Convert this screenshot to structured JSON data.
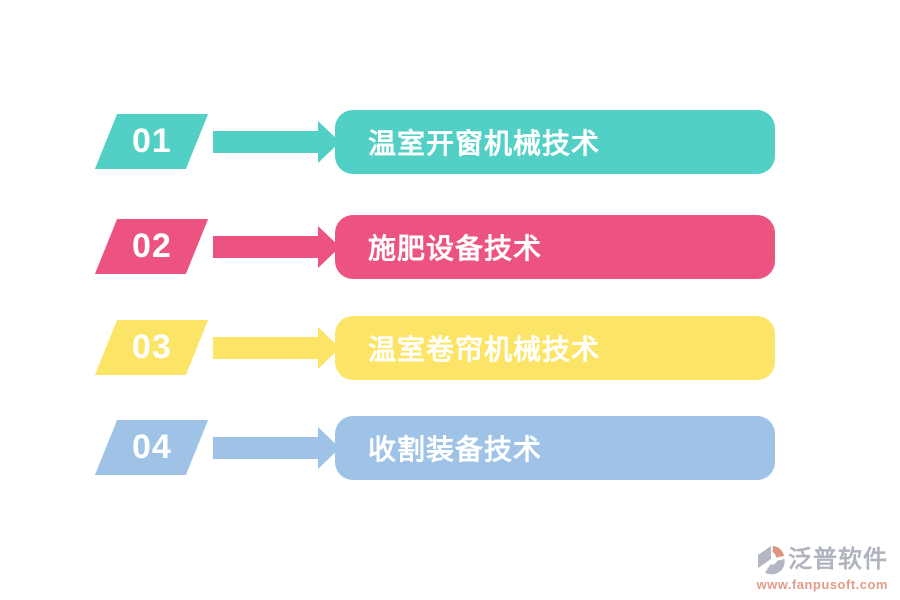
{
  "page": {
    "background": "#ffffff",
    "item_text_color": "#ffffff"
  },
  "items": [
    {
      "number": "01",
      "label": "温室开窗机械技术",
      "color": "#52D0C6"
    },
    {
      "number": "02",
      "label": "施肥设备技术",
      "color": "#ED5381"
    },
    {
      "number": "03",
      "label": "温室卷帘机械技术",
      "color": "#FCE566"
    },
    {
      "number": "04",
      "label": "收割装备技术",
      "color": "#9EC3E6"
    }
  ],
  "watermark": {
    "brand": "泛普软件",
    "url": "www.fanpusoft.com",
    "brand_color": "#a3a7b3",
    "url_color": "#df8a74",
    "logo_gray": "#a7abb8",
    "logo_orange": "#d9826b"
  }
}
